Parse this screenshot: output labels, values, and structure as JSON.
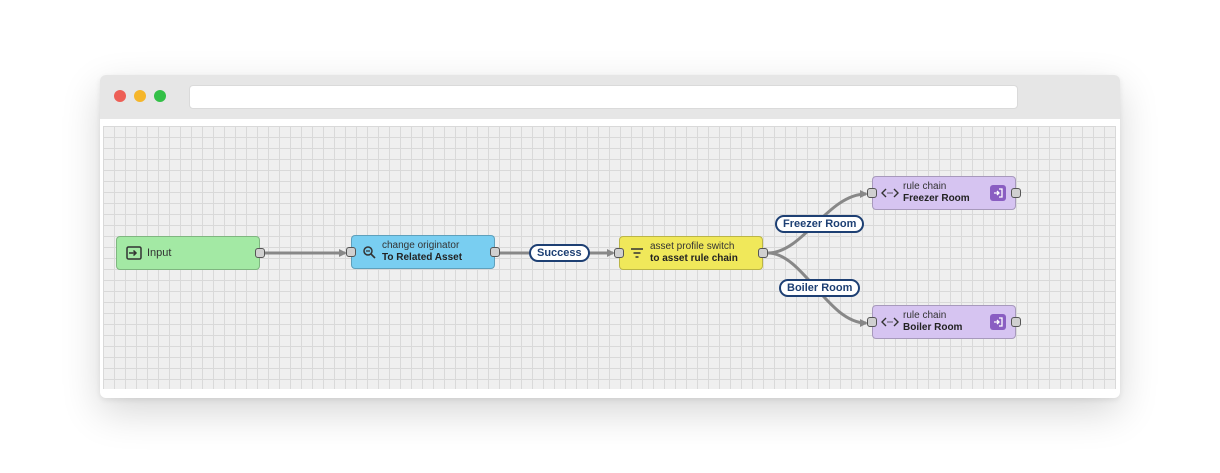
{
  "window": {
    "controls": [
      "close",
      "minimize",
      "maximize"
    ],
    "address_value": ""
  },
  "nodes": {
    "input": {
      "name": "Input",
      "icon": "input-icon",
      "color": "#a3e9a4"
    },
    "change_originator": {
      "type": "change originator",
      "name": "To Related Asset",
      "icon": "search-transform-icon",
      "color": "#79cef1"
    },
    "asset_profile_switch": {
      "type": "asset profile switch",
      "name": "to asset rule chain",
      "icon": "filter-icon",
      "color": "#f0e85a"
    },
    "rule_chain_freezer": {
      "type": "rule chain",
      "name": "Freezer Room",
      "icon": "code-brackets-icon",
      "action_icon": "open-in-icon",
      "color": "#d6c4f1"
    },
    "rule_chain_boiler": {
      "type": "rule chain",
      "name": "Boiler Room",
      "icon": "code-brackets-icon",
      "action_icon": "open-in-icon",
      "color": "#d6c4f1"
    }
  },
  "connections": {
    "success_label": "Success",
    "freezer_label": "Freezer Room",
    "boiler_label": "Boiler Room"
  },
  "colors": {
    "wire": "#888888",
    "label_border": "#1d3f73",
    "canvas": "#efefef",
    "grid": "#d9d9d9"
  }
}
